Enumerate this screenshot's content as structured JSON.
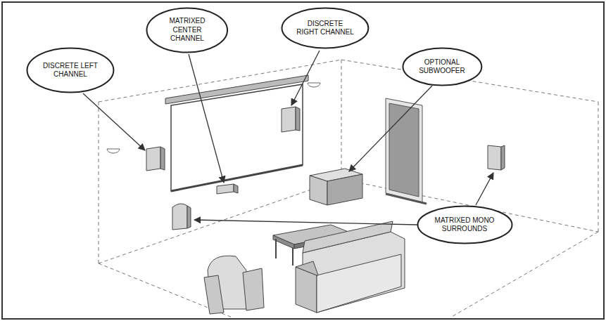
{
  "diagram": {
    "nodes": [
      {
        "text": [
          "DISCRETE LEFT CHANNEL"
        ]
      },
      {
        "text": [
          "MATRIXED CENTER CHANNEL"
        ]
      },
      {
        "text": [
          "DISCRETE RIGHT CHANNEL"
        ]
      },
      {
        "text": [
          "OPTIONAL SUBWOOFER"
        ]
      },
      {
        "text": [
          "MATRIXED MONO SURROUNDS"
        ]
      }
    ]
  }
}
